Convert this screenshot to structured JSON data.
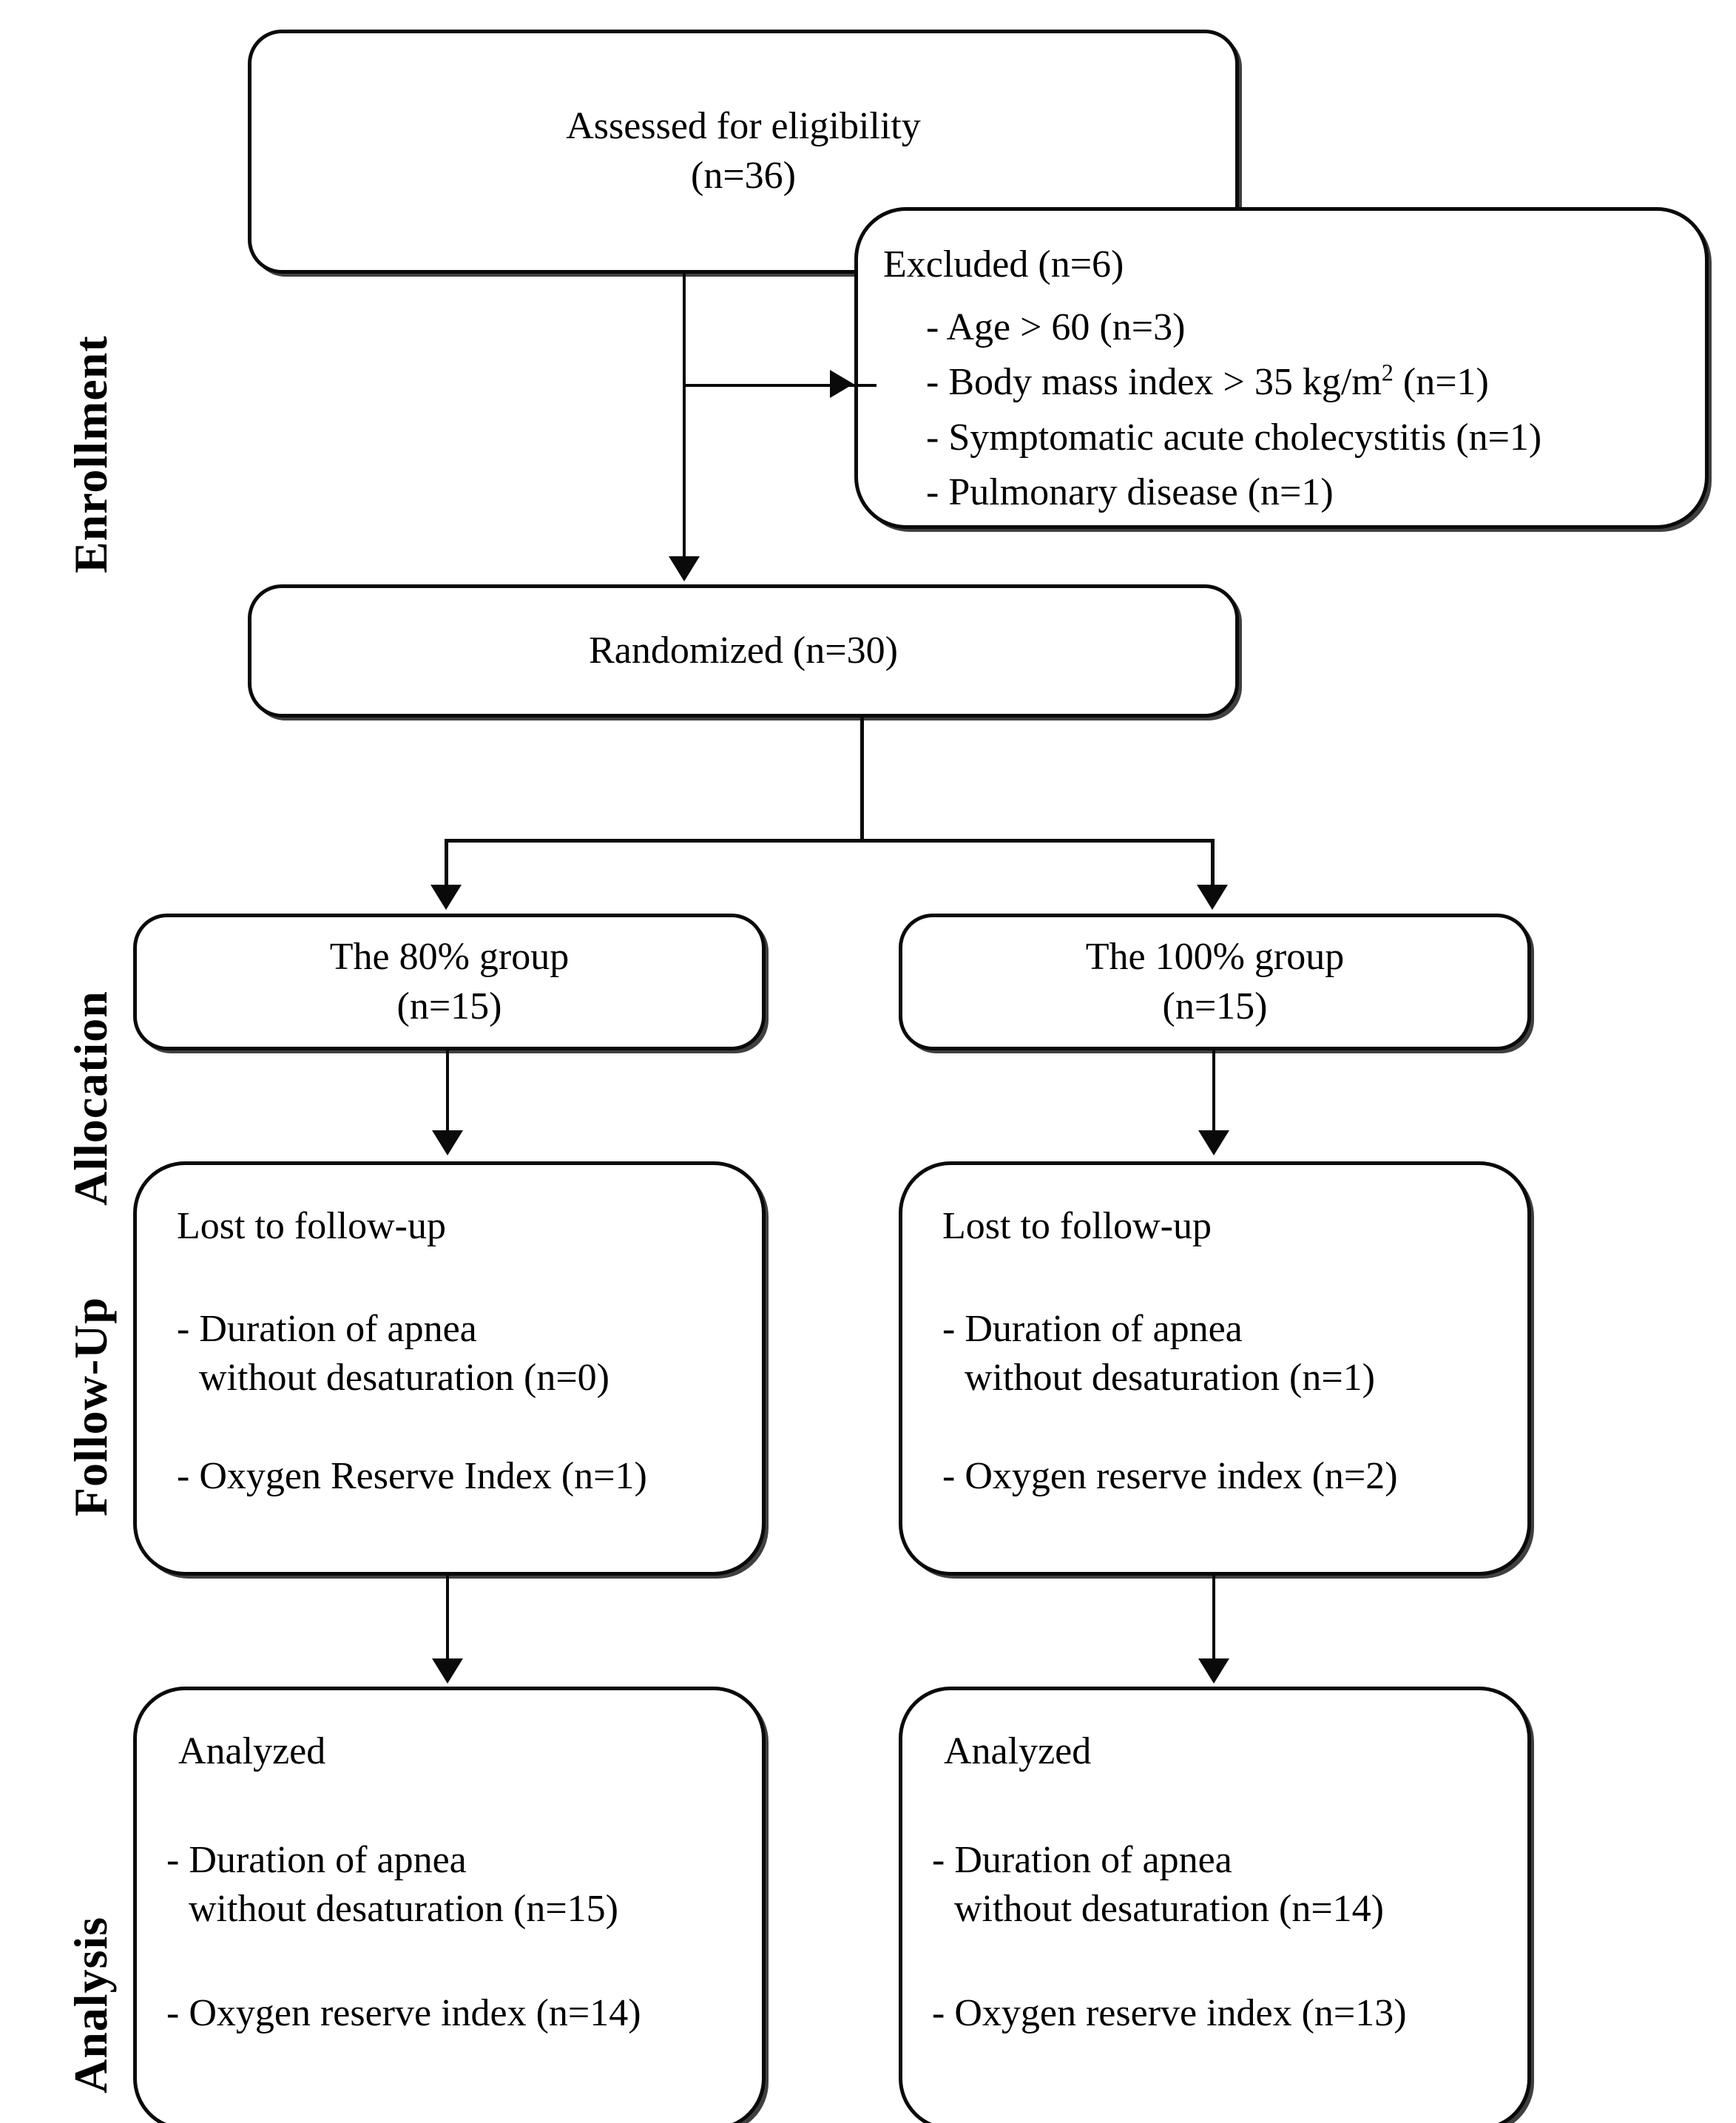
{
  "diagram": {
    "type": "consort-flow-diagram",
    "stages": [
      {
        "id": "enrollment",
        "label": "Enrollment"
      },
      {
        "id": "allocation",
        "label": "Allocation"
      },
      {
        "id": "follow_up",
        "label": "Follow-Up"
      },
      {
        "id": "analysis",
        "label": "Analysis"
      }
    ],
    "nodes": {
      "assessed": {
        "line1": "Assessed for eligibility",
        "line2": "(n=36)"
      },
      "excluded": {
        "heading": "Excluded (n=6)",
        "items": [
          {
            "dash": "-",
            "text": "Age > 60 (n=3)"
          },
          {
            "dash": "-",
            "text_before": "Body mass index > 35 kg/m",
            "sup": "2",
            "text_after": " (n=1)"
          },
          {
            "dash": "-",
            "text": "Symptomatic acute cholecystitis (n=1)"
          },
          {
            "dash": "-",
            "text": "Pulmonary disease (n=1)"
          }
        ]
      },
      "randomized": {
        "line1": "Randomized (n=30)"
      },
      "group_80": {
        "line1": "The 80% group",
        "line2": "(n=15)"
      },
      "group_100": {
        "line1": "The 100% group",
        "line2": "(n=15)"
      },
      "followup_80": {
        "heading": "Lost to follow-up",
        "item1_dash": "-",
        "item1_line1": "Duration of apnea",
        "item1_line2": "without desaturation (n=0)",
        "item2_dash": "-",
        "item2_text": "Oxygen Reserve Index (n=1)"
      },
      "followup_100": {
        "heading": "Lost to follow-up",
        "item1_dash": "-",
        "item1_line1": "Duration of apnea",
        "item1_line2": "without desaturation (n=1)",
        "item2_dash": "-",
        "item2_text": "Oxygen reserve index (n=2)"
      },
      "analyzed_80": {
        "heading": "Analyzed",
        "item1_dash": "-",
        "item1_line1": "Duration of apnea",
        "item1_line2": "without desaturation (n=15)",
        "item2_dash": "-",
        "item2_text": "Oxygen reserve index (n=14)"
      },
      "analyzed_100": {
        "heading": "Analyzed",
        "item1_dash": "-",
        "item1_line1": "Duration of apnea",
        "item1_line2": "without desaturation (n=14)",
        "item2_dash": "-",
        "item2_text": "Oxygen reserve index (n=13)"
      }
    },
    "colors": {
      "stroke": "#0a0a0a",
      "background": "#ffffff",
      "text": "#000000"
    }
  }
}
